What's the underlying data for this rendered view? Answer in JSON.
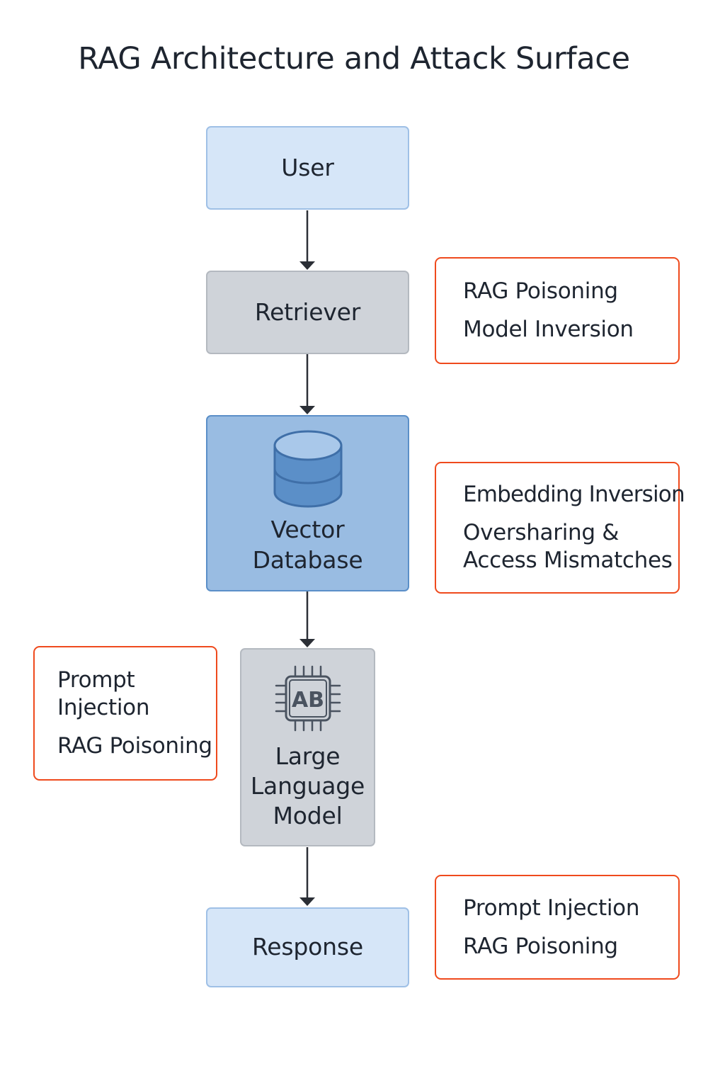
{
  "title": "RAG Architecture and Attack Surface",
  "nodes": {
    "user": {
      "label": "User"
    },
    "retriever": {
      "label": "Retriever"
    },
    "vector_db": {
      "icon": "database-icon",
      "label_line1": "Vector",
      "label_line2": "Database"
    },
    "llm": {
      "icon": "chip-icon",
      "chip_text": "AB",
      "label_line1": "Large",
      "label_line2": "Language",
      "label_line3": "Model"
    },
    "response": {
      "label": "Response"
    }
  },
  "attack_boxes": {
    "retriever": {
      "items": [
        "RAG Poisoning",
        "Model Inversion"
      ]
    },
    "vector_db": {
      "items": [
        "Embedding Inversion",
        "Oversharing & Access Mismatches"
      ]
    },
    "llm": {
      "items": [
        "Prompt Injection",
        "RAG Poisoning"
      ]
    },
    "response": {
      "items": [
        "Prompt Injection",
        "RAG Poisoning"
      ]
    }
  },
  "colors": {
    "attack_border": "#ef4a1d",
    "node_light": "#d6e6f8",
    "node_gray": "#cfd3d9",
    "node_blue": "#99bce2",
    "arrow": "#2b2f36"
  }
}
